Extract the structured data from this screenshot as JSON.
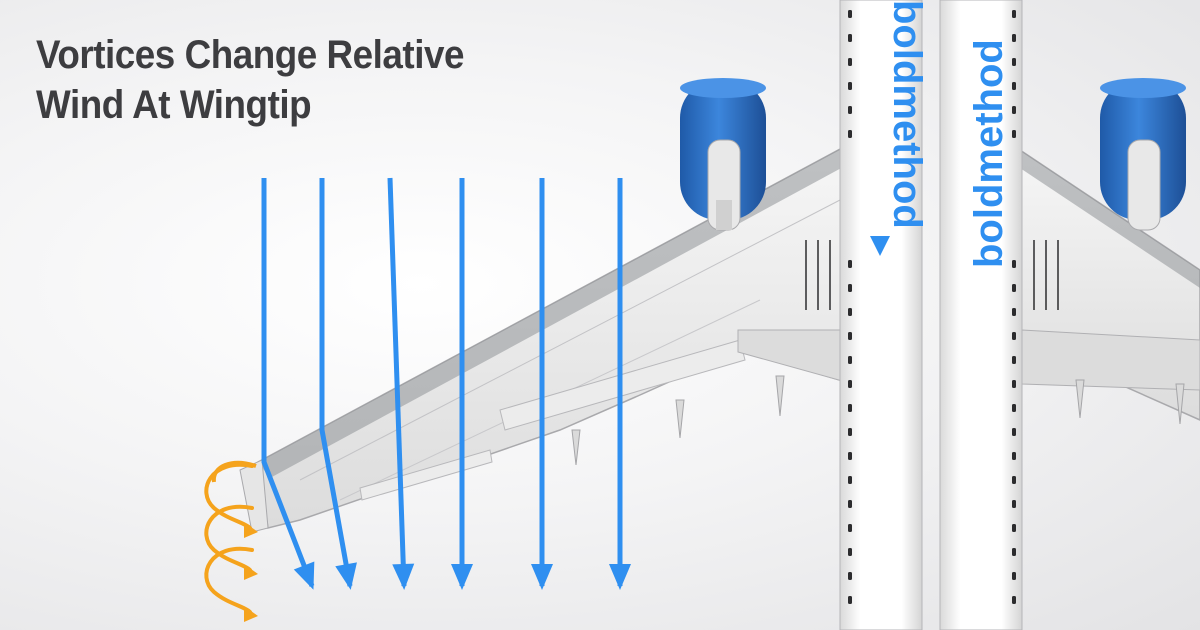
{
  "title": {
    "line1": "Vortices Change Relative",
    "line2": "Wind At Wingtip"
  },
  "brand": {
    "name": "boldmethod"
  },
  "colors": {
    "airflow_arrows": "#2f8ff0",
    "vortex_arrows": "#f5a31c",
    "engine_nacelle": "#2a6fc9",
    "brand_text": "#2f8ff0",
    "title_text": "#3d3d40"
  },
  "airflow_arrows": [
    {
      "name": "wingtip-deflected",
      "deflected": true
    },
    {
      "name": "near-tip-deflected",
      "deflected": true
    },
    {
      "name": "straight-1",
      "deflected": false
    },
    {
      "name": "straight-2",
      "deflected": false
    },
    {
      "name": "straight-3",
      "deflected": false
    },
    {
      "name": "straight-4",
      "deflected": false
    }
  ],
  "vortex_loops": 3
}
